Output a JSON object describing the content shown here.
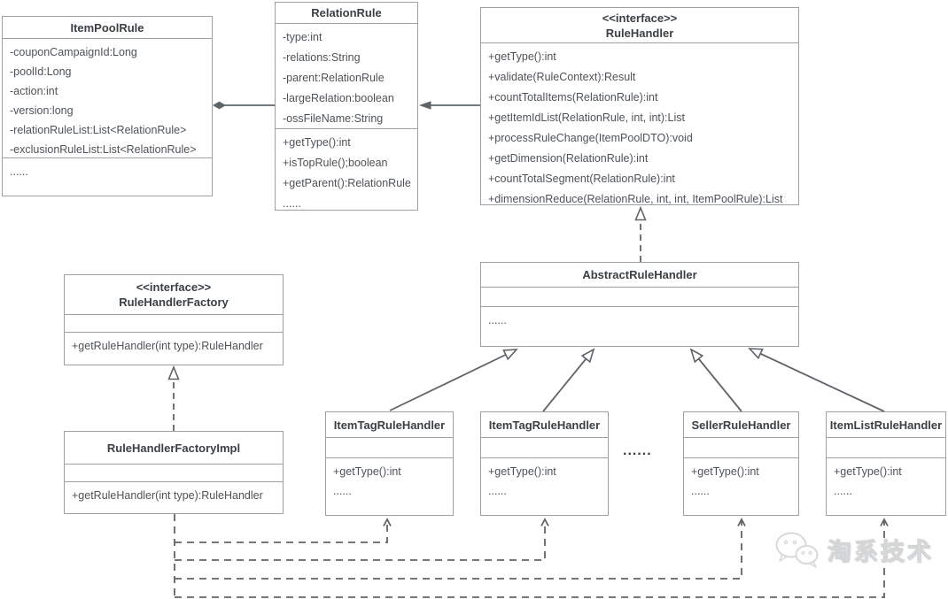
{
  "diagram": {
    "classes": {
      "item_pool_rule": {
        "name": "ItemPoolRule",
        "attrs": [
          "-couponCampaignId:Long",
          "-poolId:Long",
          "-action:int",
          "-version:long",
          "-relationRuleList:List<RelationRule>",
          "-exclusionRuleList:List<RelationRule>"
        ],
        "more": "......"
      },
      "relation_rule": {
        "name": "RelationRule",
        "attrs": [
          "-type:int",
          "-relations:String",
          "-parent:RelationRule",
          "-largeRelation:boolean",
          "-ossFileName:String"
        ],
        "methods": [
          "+getType():int",
          "+isTopRule();boolean",
          "+getParent():RelationRule",
          "......"
        ]
      },
      "rule_handler": {
        "stereotype": "<<interface>>",
        "name": "RuleHandler",
        "methods": [
          "+getType():int",
          "+validate(RuleContext):Result",
          "+countTotalItems(RelationRule):int",
          "+getItemIdList(RelationRule, int, int):List",
          "+processRuleChange(ItemPoolDTO):void",
          "+getDimension(RelationRule):int",
          "+countTotalSegment(RelationRule):int",
          "+dimensionReduce(RelationRule, int, int, ItemPoolRule):List"
        ]
      },
      "rule_handler_factory": {
        "stereotype": "<<interface>>",
        "name": "RuleHandlerFactory",
        "methods": [
          "+getRuleHandler(int type):RuleHandler"
        ]
      },
      "abstract_rule_handler": {
        "name": "AbstractRuleHandler",
        "more": "......"
      },
      "rule_handler_factory_impl": {
        "name": "RuleHandlerFactoryImpl",
        "methods": [
          "+getRuleHandler(int type):RuleHandler"
        ]
      },
      "item_tag_rule_handler_a": {
        "name": "ItemTagRuleHandler",
        "methods": [
          "+getType():int",
          "......"
        ]
      },
      "item_tag_rule_handler_b": {
        "name": "ItemTagRuleHandler",
        "methods": [
          "+getType():int",
          "......"
        ]
      },
      "seller_rule_handler": {
        "name": "SellerRuleHandler",
        "methods": [
          "+getType():int",
          "......"
        ]
      },
      "item_list_rule_handler": {
        "name": "ItemListRuleHandler",
        "methods": [
          "+getType():int",
          "......"
        ]
      }
    },
    "ellipsis_between_handlers": "......",
    "relationships": [
      "ItemPoolRule composes RelationRule (filled diamond)",
      "RuleHandler points to RelationRule (solid arrow)",
      "AbstractRuleHandler realizes RuleHandler (dashed, hollow triangle)",
      "RuleHandlerFactoryImpl realizes RuleHandlerFactory (dashed, hollow triangle)",
      "ItemTagRuleHandler extends AbstractRuleHandler",
      "ItemTagRuleHandler extends AbstractRuleHandler",
      "SellerRuleHandler extends AbstractRuleHandler",
      "ItemListRuleHandler extends AbstractRuleHandler",
      "RuleHandlerFactoryImpl depends on ItemTagRuleHandler, ItemTagRuleHandler, SellerRuleHandler, ItemListRuleHandler (dashed open arrows)"
    ],
    "watermark": {
      "text": "淘系技术",
      "icon": "wechat-chat-bubbles-icon"
    },
    "colors": {
      "background": "#ffffff",
      "box_border": "#9ba0a5",
      "title_text": "#3b4045",
      "member_text": "#4e5358",
      "connector": "#5f6469",
      "watermark_outline": "#d3d5d7"
    }
  }
}
